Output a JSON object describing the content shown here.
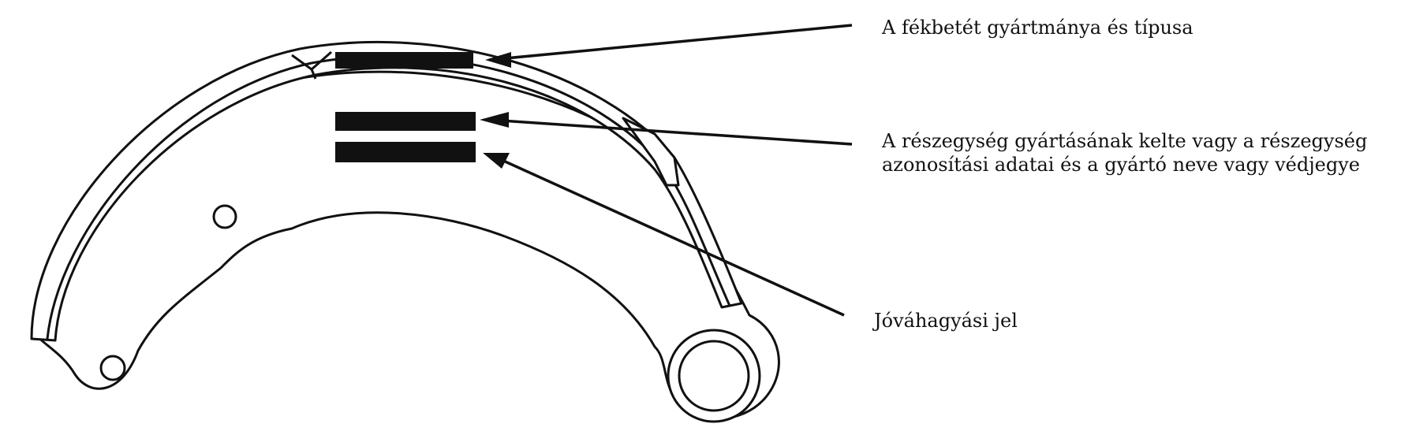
{
  "labels": {
    "brand_and_type": "A fékbetét gyártmánya és típusa",
    "manufacture_info_line1": "A részegység gyártásának kelte vagy a részegység",
    "manufacture_info_line2": "azonosítási adatai és a gyártó neve vagy védjegye",
    "approval_mark": "Jóváhagyási jel"
  },
  "colors": {
    "ink": "#111111",
    "background": "#ffffff"
  }
}
